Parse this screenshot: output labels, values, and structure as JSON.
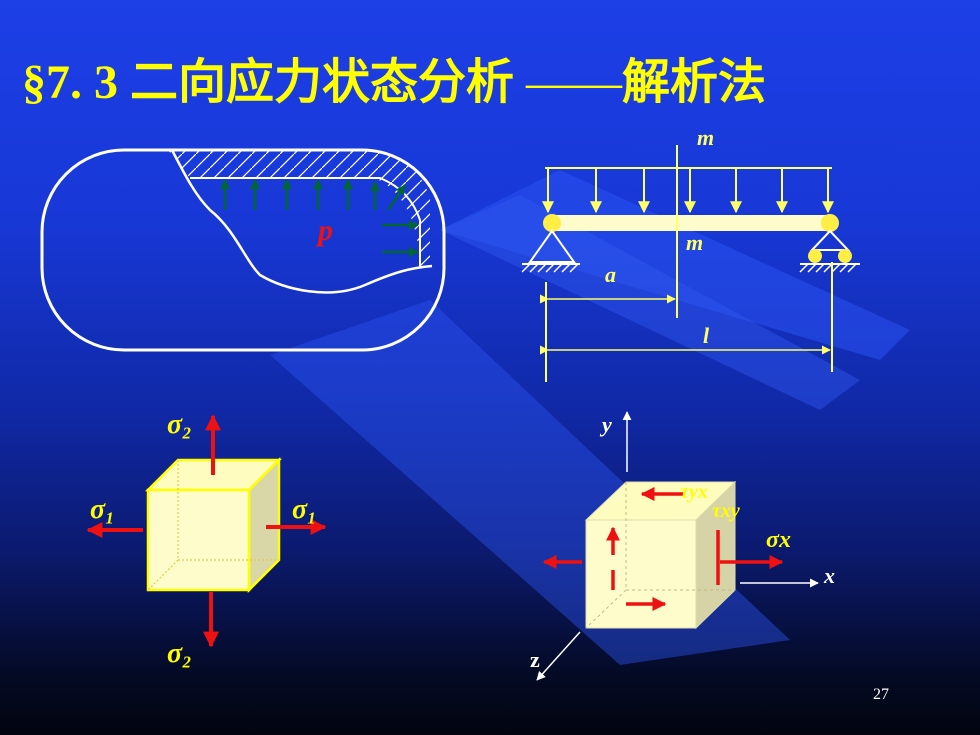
{
  "title": {
    "section": "§7. 3",
    "main": "二向应力状态分析",
    "separator": "——",
    "method": "解析法"
  },
  "vessel": {
    "pressure_label": "p"
  },
  "beam": {
    "section_label_top": "m",
    "section_label_mid": "m",
    "dim_a": "a",
    "dim_l": "l"
  },
  "principal_element": {
    "sigma_top": "σ₂",
    "sigma_bottom": "σ₂",
    "sigma_left": "σ₁",
    "sigma_right": "σ₁"
  },
  "stress_element": {
    "axis_y": "y",
    "axis_x": "x",
    "axis_z": "z",
    "tau_yx": "τyx",
    "tau_xy": "τxy",
    "sigma_x": "σx"
  },
  "page_number": "27",
  "colors": {
    "title": "#ffff00",
    "diagram_line": "#ffff66",
    "arrow_red": "#ee1111",
    "arrow_green": "#006633",
    "cube_face": "#fffccc"
  }
}
